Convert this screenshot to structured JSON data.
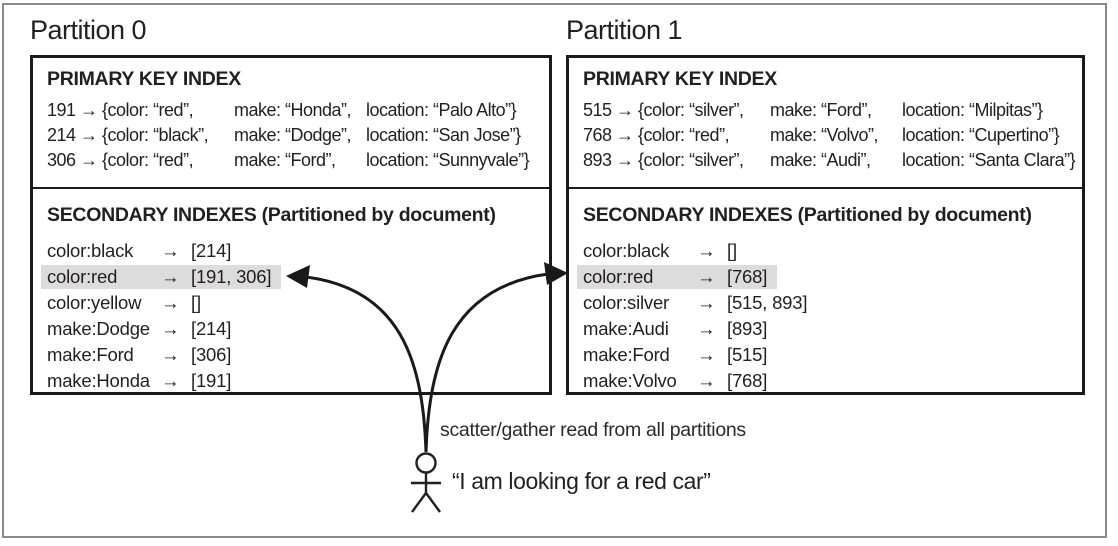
{
  "glyphs": {
    "maps_to": "→"
  },
  "colors": {
    "highlight": "#dcdcdc",
    "text": "#231f20",
    "box_border": "#1a1a1a",
    "outer_border": "#8a8a8a"
  },
  "annotations": {
    "scatter_label": "scatter/gather read from all partitions",
    "user_quote": "“I am looking for a red car”"
  },
  "partitions": [
    {
      "title": "Partition 0",
      "primary_header": "PRIMARY KEY INDEX",
      "primary_rows": [
        {
          "c1": "191 → {color: “red”,",
          "c2": "make: “Honda”,",
          "c3": "location: “Palo Alto”}"
        },
        {
          "c1": "214 → {color: “black”,",
          "c2": "make: “Dodge”,",
          "c3": "location: “San Jose”}"
        },
        {
          "c1": "306 → {color: “red”,",
          "c2": "make: “Ford”,",
          "c3": "location: “Sunnyvale”}"
        }
      ],
      "secondary_header": "SECONDARY INDEXES (Partitioned by document)",
      "secondary_rows": [
        {
          "key": "color:black",
          "value": "[214]",
          "highlight": false
        },
        {
          "key": "color:red",
          "value": "[191, 306]",
          "highlight": true
        },
        {
          "key": "color:yellow",
          "value": "[]",
          "highlight": false
        },
        {
          "key": "make:Dodge",
          "value": "[214]",
          "highlight": false
        },
        {
          "key": "make:Ford",
          "value": "[306]",
          "highlight": false
        },
        {
          "key": "make:Honda",
          "value": "[191]",
          "highlight": false
        }
      ]
    },
    {
      "title": "Partition 1",
      "primary_header": "PRIMARY KEY INDEX",
      "primary_rows": [
        {
          "c1": "515 → {color: “silver”,",
          "c2": "make: “Ford”,",
          "c3": "location: “Milpitas”}"
        },
        {
          "c1": "768 → {color: “red”,",
          "c2": "make: “Volvo”,",
          "c3": "location: “Cupertino”}"
        },
        {
          "c1": "893 → {color: “silver”,",
          "c2": "make: “Audi”,",
          "c3": "location: “Santa Clara”}"
        }
      ],
      "secondary_header": "SECONDARY INDEXES (Partitioned by document)",
      "secondary_rows": [
        {
          "key": "color:black",
          "value": "[]",
          "highlight": false
        },
        {
          "key": "color:red",
          "value": "[768]",
          "highlight": true
        },
        {
          "key": "color:silver",
          "value": "[515, 893]",
          "highlight": false
        },
        {
          "key": "make:Audi",
          "value": "[893]",
          "highlight": false
        },
        {
          "key": "make:Ford",
          "value": "[515]",
          "highlight": false
        },
        {
          "key": "make:Volvo",
          "value": "[768]",
          "highlight": false
        }
      ]
    }
  ]
}
